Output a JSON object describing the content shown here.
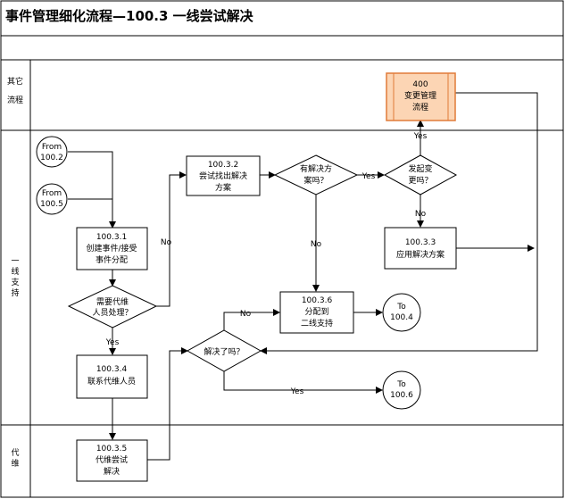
{
  "title": "事件管理细化流程—100.3 一线尝试解决",
  "lanes": [
    {
      "label": [
        "其它",
        "流程"
      ]
    },
    {
      "label": [
        "一",
        "线",
        "支",
        "持"
      ]
    },
    {
      "label": [
        "代",
        "维"
      ]
    }
  ],
  "nodes": {
    "from_100_2": {
      "lines": [
        "From",
        "100.2"
      ]
    },
    "from_100_5": {
      "lines": [
        "From",
        "100.5"
      ]
    },
    "n_100_3_1": {
      "lines": [
        "100.3.1",
        "创建事件/接受",
        "事件分配"
      ]
    },
    "d_need_vendor": {
      "lines": [
        "需要代维",
        "人员处理？"
      ]
    },
    "n_100_3_2": {
      "lines": [
        "100.3.2",
        "尝试找出解决",
        "方案"
      ]
    },
    "d_has_solution": {
      "lines": [
        "有解决方",
        "案吗？"
      ]
    },
    "d_initiate_change": {
      "lines": [
        "发起变",
        "更吗？"
      ]
    },
    "n_400": {
      "lines": [
        "400",
        "变更管理",
        "流程"
      ]
    },
    "n_100_3_3": {
      "lines": [
        "100.3.3",
        "应用解决方案"
      ]
    },
    "n_100_3_6": {
      "lines": [
        "100.3.6",
        "分配到",
        "二线支持"
      ]
    },
    "to_100_4": {
      "lines": [
        "To",
        "100.4"
      ]
    },
    "d_resolved": {
      "lines": [
        "解决了吗？"
      ]
    },
    "to_100_6": {
      "lines": [
        "To",
        "100.6"
      ]
    },
    "n_100_3_4": {
      "lines": [
        "100.3.4",
        "联系代维人员"
      ]
    },
    "n_100_3_5": {
      "lines": [
        "100.3.5",
        "代维尝试",
        "解决"
      ]
    }
  },
  "edge_labels": {
    "no_vendor": "No",
    "yes_vendor": "Yes",
    "yes_solution": "Yes",
    "no_solution": "No",
    "yes_change": "Yes",
    "no_change": "No",
    "no_resolved": "No",
    "yes_resolved": "Yes"
  },
  "colors": {
    "line": "#000000",
    "change_box_fill": "#fcd5b4",
    "change_box_border": "#e07b39",
    "title_rule": "#000000"
  }
}
